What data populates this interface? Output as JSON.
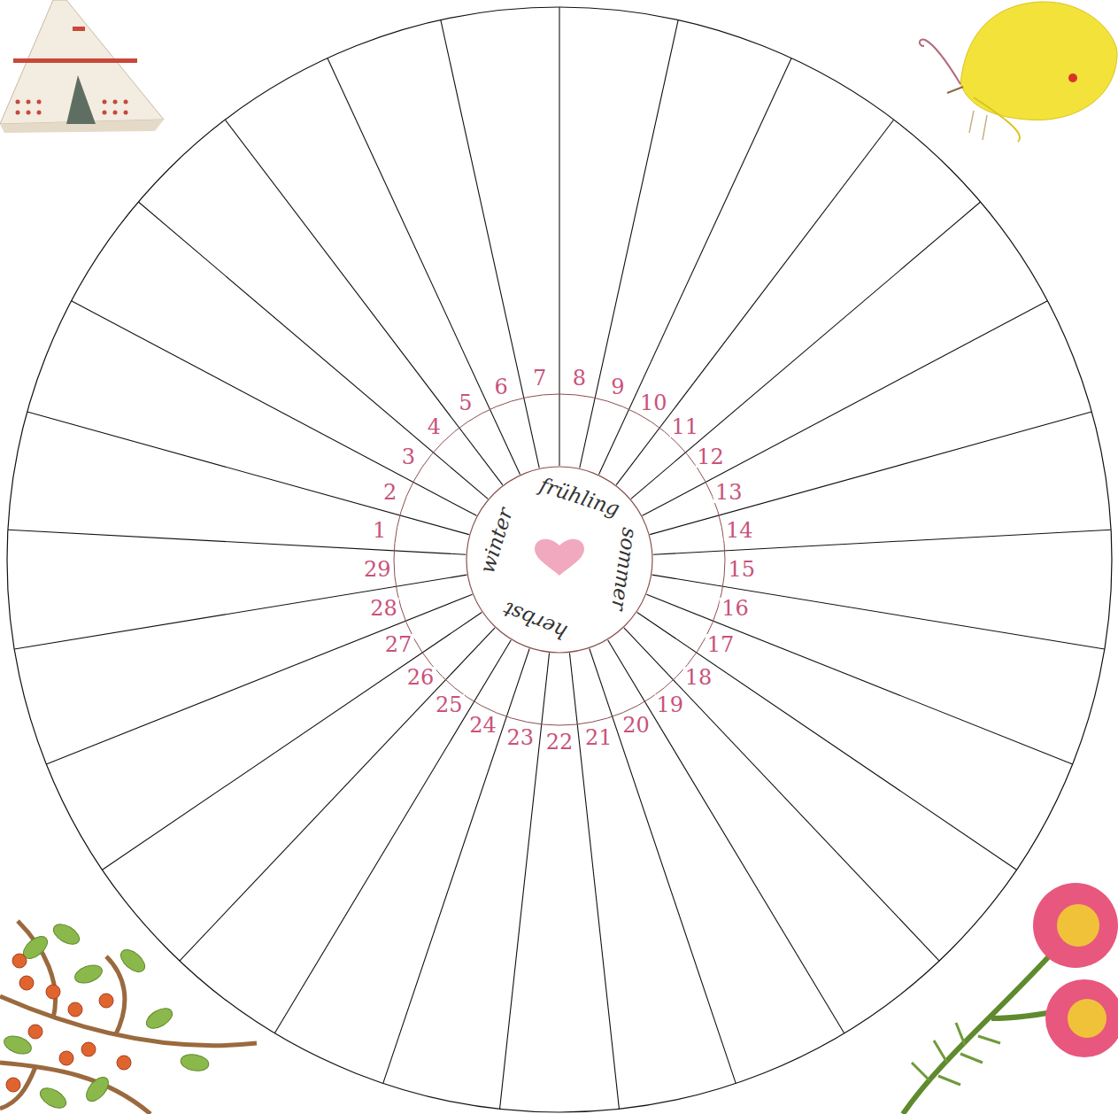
{
  "diagram": {
    "nodes": [
      {
        "text": [
          "winter",
          "frühling",
          "sommer",
          "herbst"
        ]
      }
    ],
    "labels": [
      "1",
      "2",
      "3",
      "4",
      "5",
      "6",
      "7",
      "8",
      "9",
      "10",
      "11",
      "12",
      "13",
      "14",
      "15",
      "16",
      "17",
      "18",
      "19",
      "20",
      "21",
      "22",
      "23",
      "24",
      "25",
      "26",
      "27",
      "28",
      "29"
    ]
  }
}
